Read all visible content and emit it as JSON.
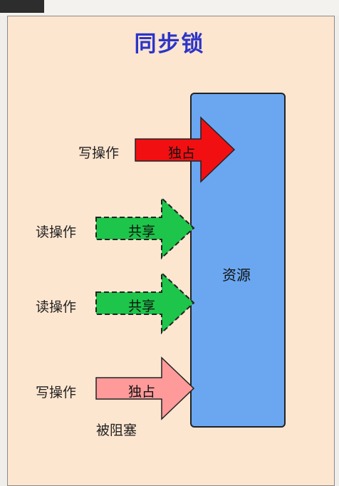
{
  "title": "同步锁",
  "resource": {
    "label": "资源",
    "color": "#6aa7f0"
  },
  "operations": [
    {
      "label": "写操作",
      "arrow_label": "独占",
      "arrow_color": "#f20f12",
      "style": "solid"
    },
    {
      "label": "读操作",
      "arrow_label": "共享",
      "arrow_color": "#1dc54a",
      "style": "dashed"
    },
    {
      "label": "读操作",
      "arrow_label": "共享",
      "arrow_color": "#1dc54a",
      "style": "dashed"
    },
    {
      "label": "写操作",
      "arrow_label": "独占",
      "arrow_color": "#ff9a9a",
      "style": "solid",
      "note": "被阻塞"
    }
  ],
  "colors": {
    "panel_background": "#fde6d0",
    "title": "#2b34c8"
  }
}
